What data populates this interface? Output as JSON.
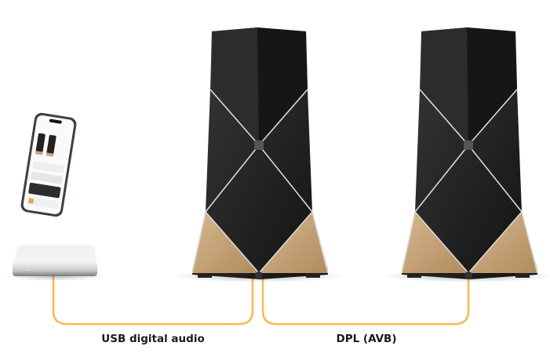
{
  "connections": [
    {
      "label": "USB digital audio",
      "from": "streamer-box",
      "to": "speaker-left"
    },
    {
      "label": "DPL (AVB)",
      "from": "speaker-left",
      "to": "speaker-right"
    }
  ],
  "colors": {
    "cable": "#fbb84a",
    "speaker_body": "#1f1f20",
    "speaker_wood": "#c9a57a",
    "trim": "#d9d9d9"
  },
  "devices": [
    "smartphone",
    "streamer-box",
    "speaker-left",
    "speaker-right"
  ]
}
